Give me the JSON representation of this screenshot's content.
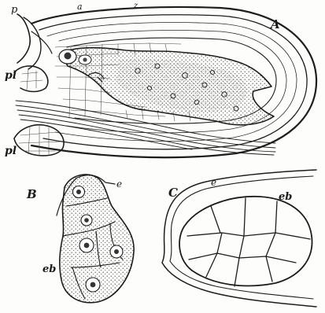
{
  "panels": {
    "a": {
      "letter": "A",
      "labels": {
        "p": "p",
        "a": "a",
        "z": "z",
        "pl_upper": "pl",
        "pl_lower": "pl"
      }
    },
    "b": {
      "letter": "B",
      "labels": {
        "e": "e",
        "eb": "eb"
      }
    },
    "c": {
      "letter": "C",
      "labels": {
        "e": "e",
        "eb": "eb"
      }
    }
  }
}
